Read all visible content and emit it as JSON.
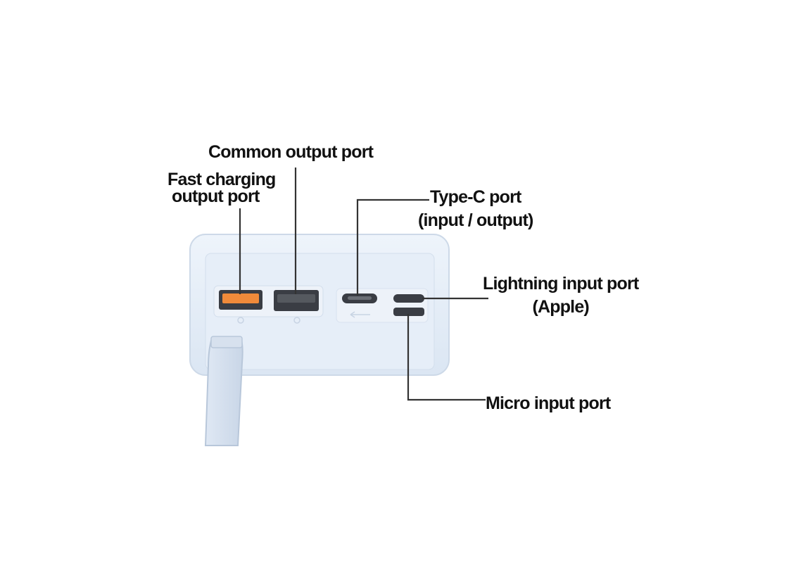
{
  "labels": {
    "common_output": "Common output port",
    "fast_charging_line1": "Fast charging",
    "fast_charging_line2": "output port",
    "type_c_line1": "Type-C port",
    "type_c_line2": "(input / output)",
    "lightning_line1": "Lightning input port",
    "lightning_line2": "(Apple)",
    "micro": "Micro input port"
  },
  "colors": {
    "body": "#e3ecf7",
    "body_edge": "#cdd9e8",
    "fast_port": "#f08a3a",
    "port_dark": "#3a3d44",
    "leader": "#333333"
  }
}
